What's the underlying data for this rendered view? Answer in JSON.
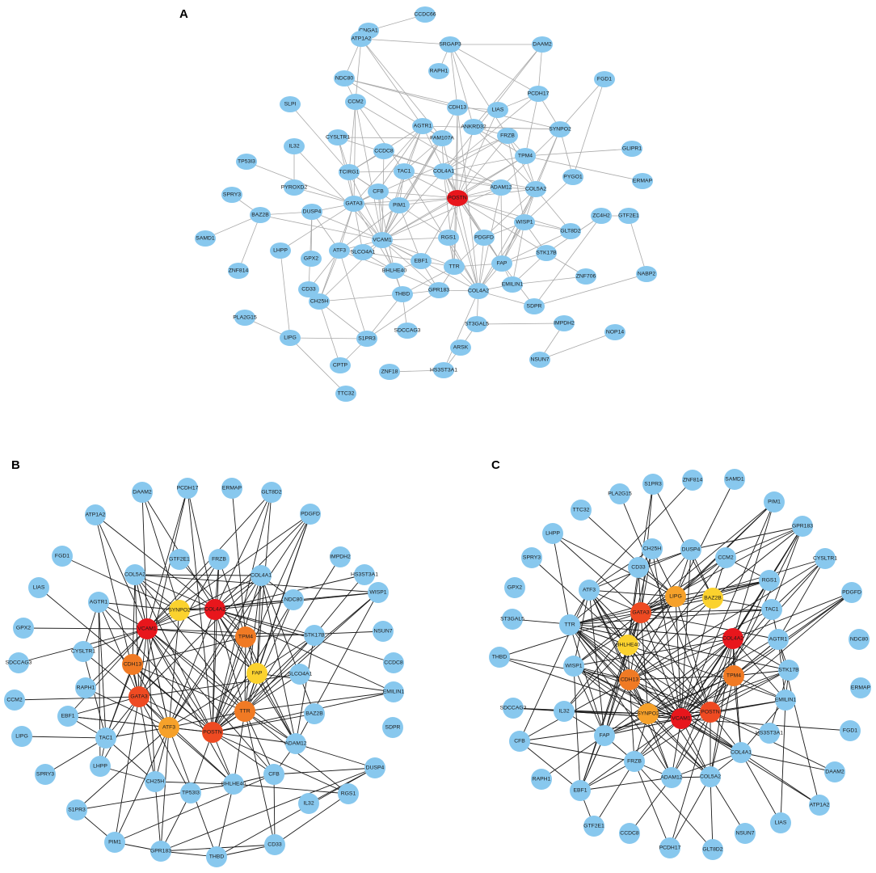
{
  "colors": {
    "node_default": "#88c8ee",
    "edge_a": "#a9a9a9",
    "edge_bc": "#1a1a1a",
    "hub_1": "#e8161c",
    "hub_2": "#ee4a22",
    "hub_3": "#f07a24",
    "hub_4": "#f6a12a",
    "hub_5": "#fbd22e"
  },
  "panels": [
    {
      "letter": "A",
      "nodes": [
        "CCDC66",
        "CNGA1",
        "ATP1A2",
        "SRGAP3",
        "DAAM2",
        "RAPH1",
        "NDC80",
        "FGD1",
        "PCDH17",
        "SLPI",
        "CCM2",
        "CDH13",
        "LIAS",
        "AGTR1",
        "ANKRD32",
        "SYNPO2",
        "CYSLTR1",
        "IL32",
        "FAM107A",
        "FRZB",
        "CCDC8",
        "GLIPR1",
        "TPM4",
        "TP53I3",
        "TCIRG1",
        "TAC1",
        "COL4A1",
        "PYGO1",
        "ERMAP",
        "ADAM12",
        "COL5A2",
        "POSTN",
        "PYROXD2",
        "CFB",
        "SPRY3",
        "GATA3",
        "PIM1",
        "DUSP4",
        "BAZ2B",
        "ZC4H2",
        "GTF2E1",
        "WISP1",
        "GLT8D2",
        "RGS1",
        "PDGFD",
        "VCAM1",
        "SAMD1",
        "LHPP",
        "GPX2",
        "ATF3",
        "SLCO4A1",
        "STK17B",
        "EBF1",
        "FAP",
        "ZNF814",
        "TTR",
        "BHLHE40",
        "EMILIN1",
        "NABP2",
        "CD33",
        "ZNF706",
        "GPR183",
        "COL4A2",
        "CH25H",
        "THBD",
        "SDPR",
        "PLA2G15",
        "ST3GAL5",
        "IMPDH2",
        "NOP14",
        "LIPG",
        "S1PR3",
        "SDCCAG3",
        "ARSK",
        "NSUN7",
        "CPTP",
        "HS3ST3A1",
        "ZNF18",
        "TTC32"
      ]
    },
    {
      "letter": "B",
      "nodes": [
        "DAAM2",
        "PCDH17",
        "ERMAP",
        "GLT8D2",
        "ATP1A2",
        "PDGFD",
        "FGD1",
        "IMPDH2",
        "GTF2E1",
        "FRZB",
        "COL4A1",
        "HS3ST3A1",
        "LIAS",
        "COL5A2",
        "WISP1",
        "SYNPO2",
        "COL4A2",
        "NDC80",
        "AGTR1",
        "GPX2",
        "NSUN7",
        "VCAM1",
        "TPM4",
        "STK17B",
        "SDCCAG3",
        "CYSLTR1",
        "CCDC8",
        "CDH13",
        "SLCO4A1",
        "FAP",
        "CCM2",
        "RAPH1",
        "EMILIN1",
        "GATA3",
        "EBF1",
        "TTR",
        "BAZ2B",
        "LIPG",
        "ATF3",
        "POSTN",
        "SDPR",
        "TAC1",
        "ADAM12",
        "SPRY3",
        "LHPP",
        "DUSP4",
        "CFB",
        "CH25H",
        "BHLHE40",
        "RGS1",
        "S1PR3",
        "TP53I3",
        "IL32",
        "PIM1",
        "GPR183",
        "CD33",
        "THBD"
      ]
    },
    {
      "letter": "C",
      "nodes": [
        "S1PR3",
        "ZNF814",
        "SAMD1",
        "PLA2G15",
        "PIM1",
        "TTC32",
        "GPR183",
        "LHPP",
        "CH25H",
        "DUSP4",
        "CCM2",
        "CYSLTR1",
        "SPRY3",
        "CD33",
        "RGS1",
        "PDGFD",
        "LIPG",
        "BAZ2B",
        "GPX2",
        "ATF3",
        "TAC1",
        "GATA3",
        "ST3GAL5",
        "COL4A2",
        "AGTR1",
        "NDC80",
        "TTR",
        "BHLHE40",
        "THBD",
        "STK17B",
        "ERMAP",
        "WISP1",
        "TPM4",
        "CDH13",
        "EMILIN1",
        "SDCCAG3",
        "SYNPO2",
        "POSTN",
        "VCAM1",
        "IL32",
        "HS3ST3A1",
        "FGD1",
        "FAP",
        "COL4A1",
        "CFB",
        "FRZB",
        "ADAM12",
        "COL5A2",
        "DAAM2",
        "RAPH1",
        "EBF1",
        "ATP1A2",
        "GTF2E1",
        "LIAS",
        "CCDC8",
        "NSUN7",
        "PCDH17",
        "GLT8D2"
      ]
    }
  ]
}
